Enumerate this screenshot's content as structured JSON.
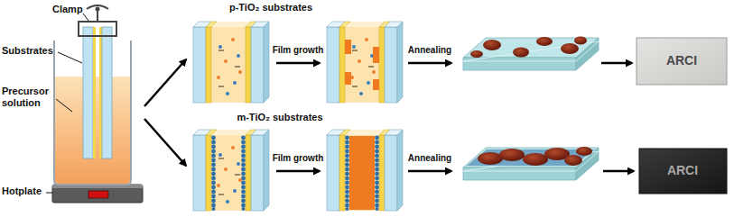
{
  "diagram": {
    "labels": [
      "Clamp",
      "Substrates",
      "Precursor solution",
      "Hotplate",
      "p-TiO₂ substrates",
      "Film growth",
      "Annealing",
      "ARCI",
      "m-TiO₂ substrates",
      "Film growth",
      "Annealing",
      "ARCI"
    ]
  }
}
